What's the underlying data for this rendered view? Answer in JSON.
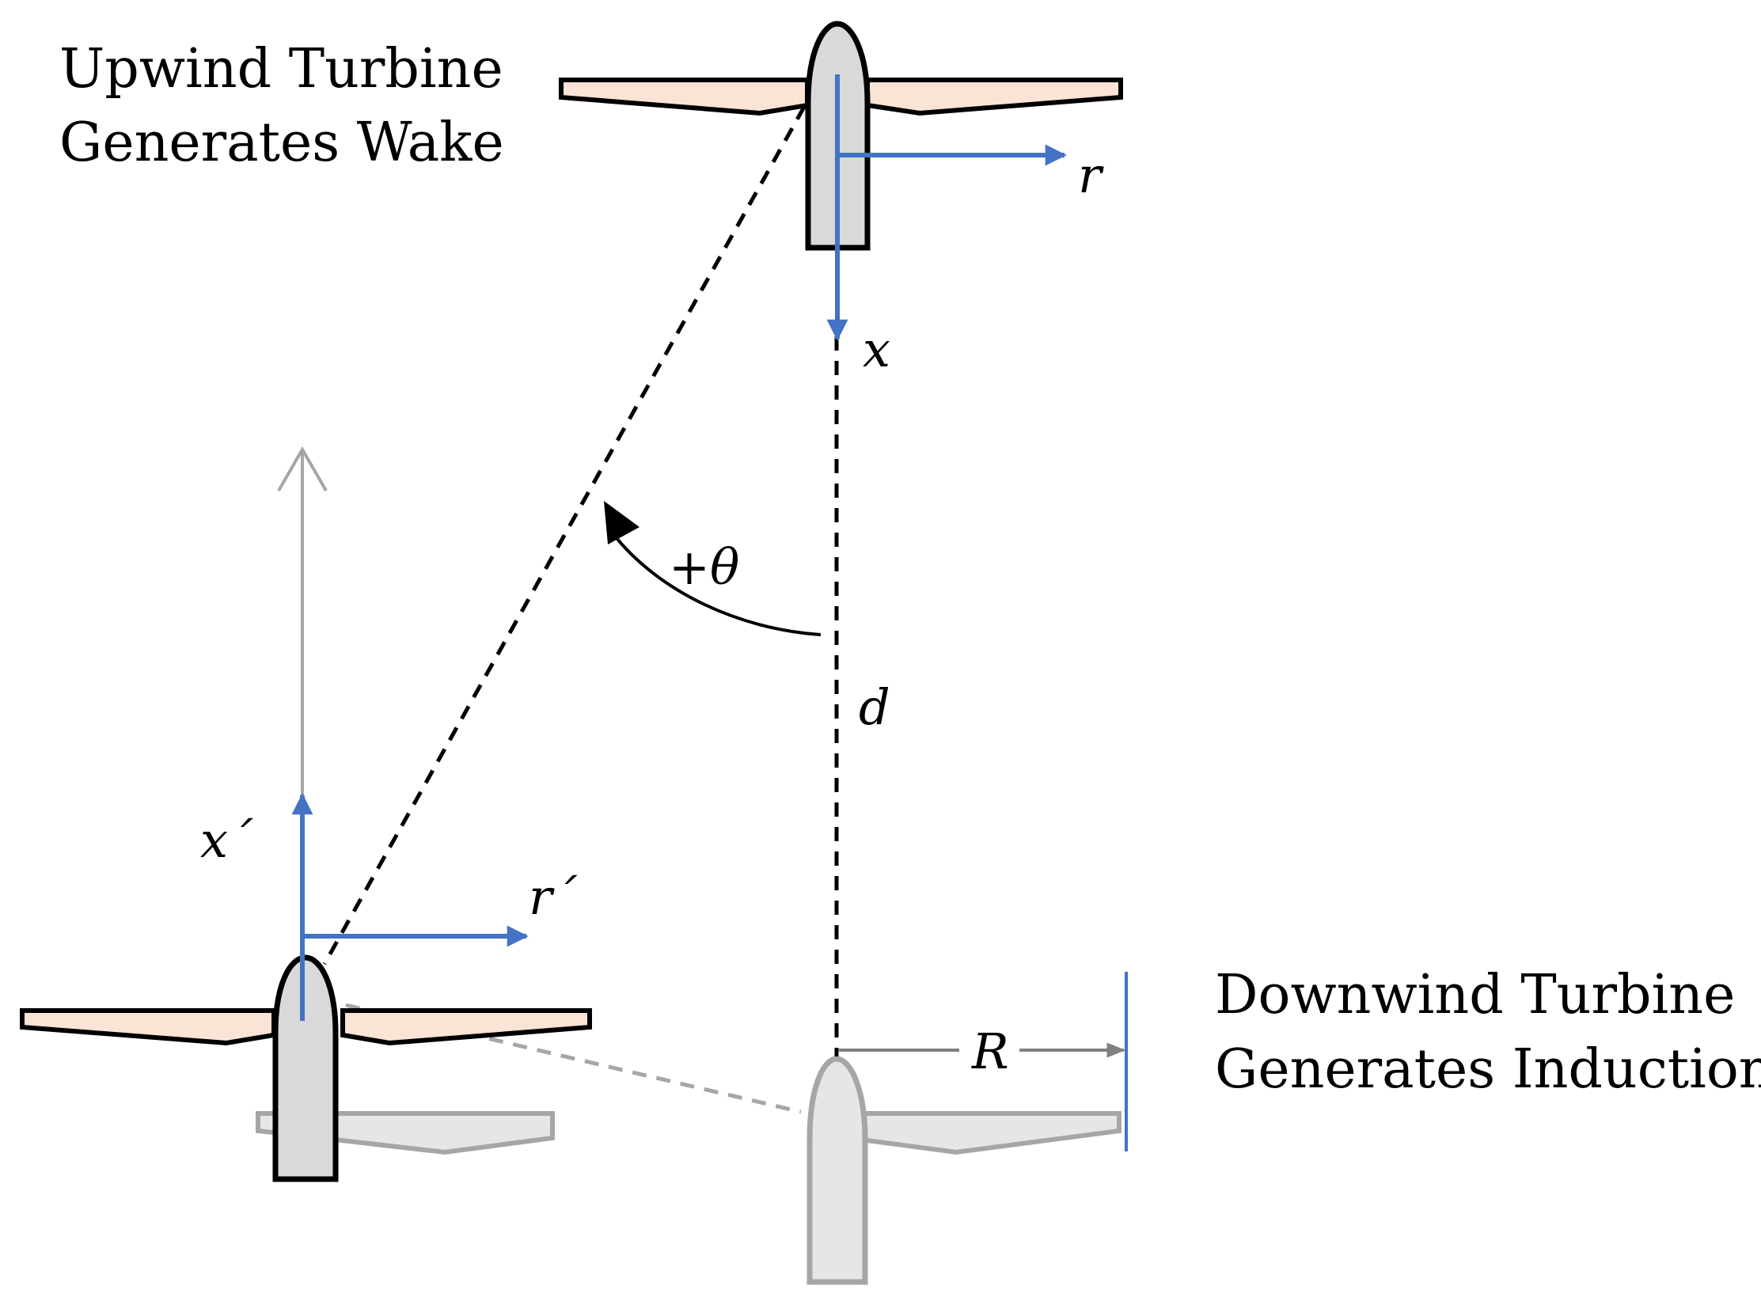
{
  "labels": {
    "upwind_line1": "Upwind Turbine",
    "upwind_line2": "Generates Wake",
    "downwind_line1": "Downwind Turbine",
    "downwind_line2": "Generates Induction",
    "axis_r": "r",
    "axis_x": "x",
    "axis_r_prime": "r´",
    "axis_x_prime": "x´",
    "angle": "+θ",
    "distance": "d",
    "radius": "R"
  },
  "colors": {
    "axis_blue": "#4472c4",
    "ghost_gray": "#a6a6a6",
    "blade_fill": "#fbe3d6",
    "nacelle_fill": "#d9d9d9",
    "ghost_fill": "#e6e6e6"
  }
}
